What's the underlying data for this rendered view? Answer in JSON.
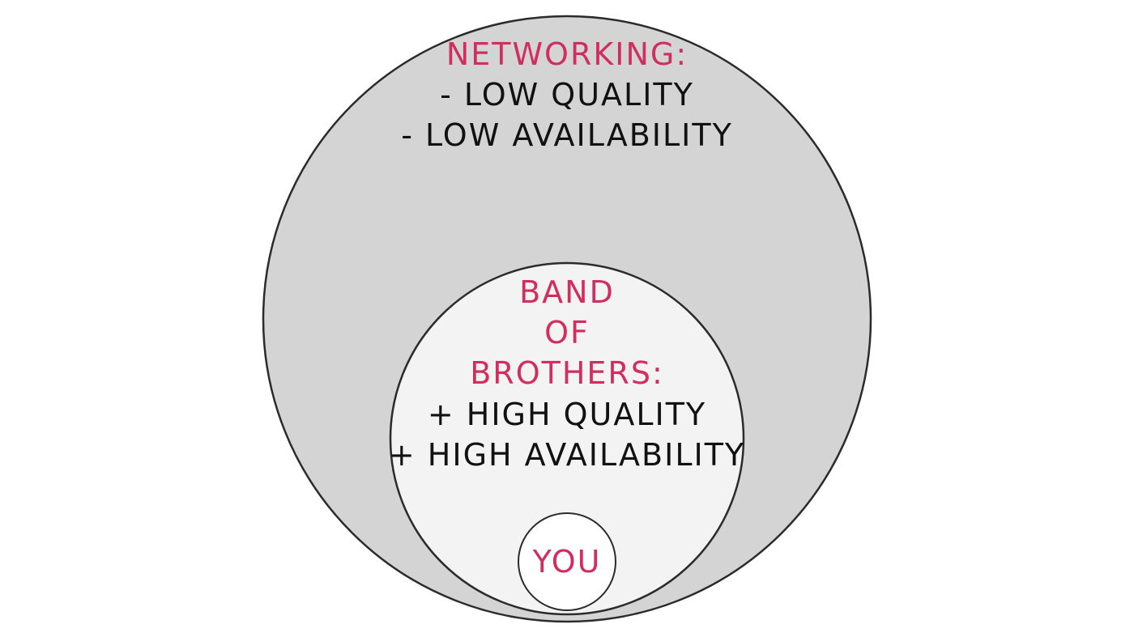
{
  "colors": {
    "outer_fill": "#d4d4d4",
    "middle_fill": "#f3f3f3",
    "inner_fill": "#ffffff",
    "stroke": "#2b2b2b",
    "accent_text": "#d02e5f",
    "body_text": "#111111"
  },
  "outer": {
    "title": "NETWORKING:",
    "line1": "- LOW QUALITY",
    "line2": "- LOW AVAILABILITY"
  },
  "middle": {
    "title1": "BAND",
    "title2": "OF",
    "title3": "BROTHERS:",
    "line1": "+ HIGH QUALITY",
    "line2": "+ HIGH AVAILABILITY"
  },
  "inner": {
    "label": "YOU"
  }
}
